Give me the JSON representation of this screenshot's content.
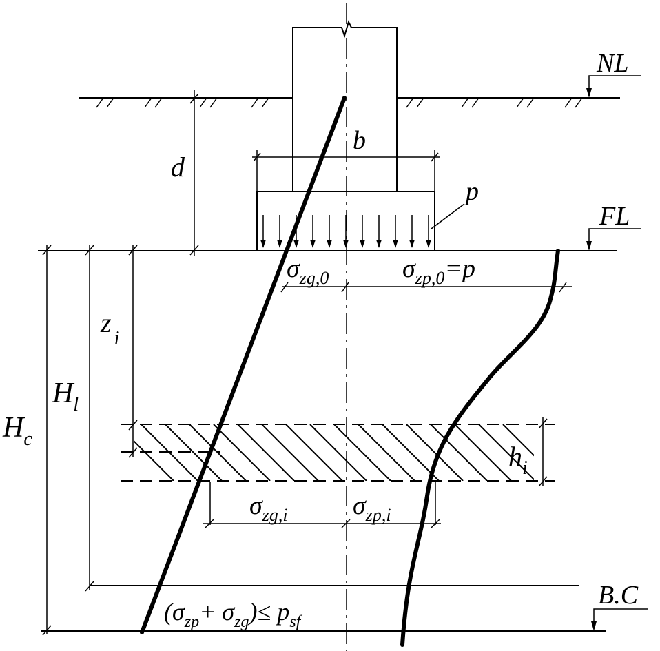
{
  "labels": {
    "nl": "NL",
    "fl": "FL",
    "bc": "B.C",
    "b": "b",
    "p": "p",
    "d": "d",
    "zi_main": "z",
    "zi_sub": "i",
    "hl_main": "H",
    "hl_sub": "l",
    "hc_main": "H",
    "hc_sub": "c",
    "hi_main": "h",
    "hi_sub": "i",
    "sigma_zg0_main": "σ",
    "sigma_zg0_sub": "zg,0",
    "sigma_zp0_main": "σ",
    "sigma_zp0_sub": "zp,0",
    "sigma_zp0_eq": "=p",
    "sigma_zgi_main": "σ",
    "sigma_zgi_sub": "zg,i",
    "sigma_zpi_main": "σ",
    "sigma_zpi_sub": "zp,i",
    "criterion_open": "(σ",
    "criterion_zp": "zp",
    "criterion_plus": "+ σ",
    "criterion_zg": "zg",
    "criterion_close": ")≤ p",
    "criterion_sf": "sf"
  }
}
